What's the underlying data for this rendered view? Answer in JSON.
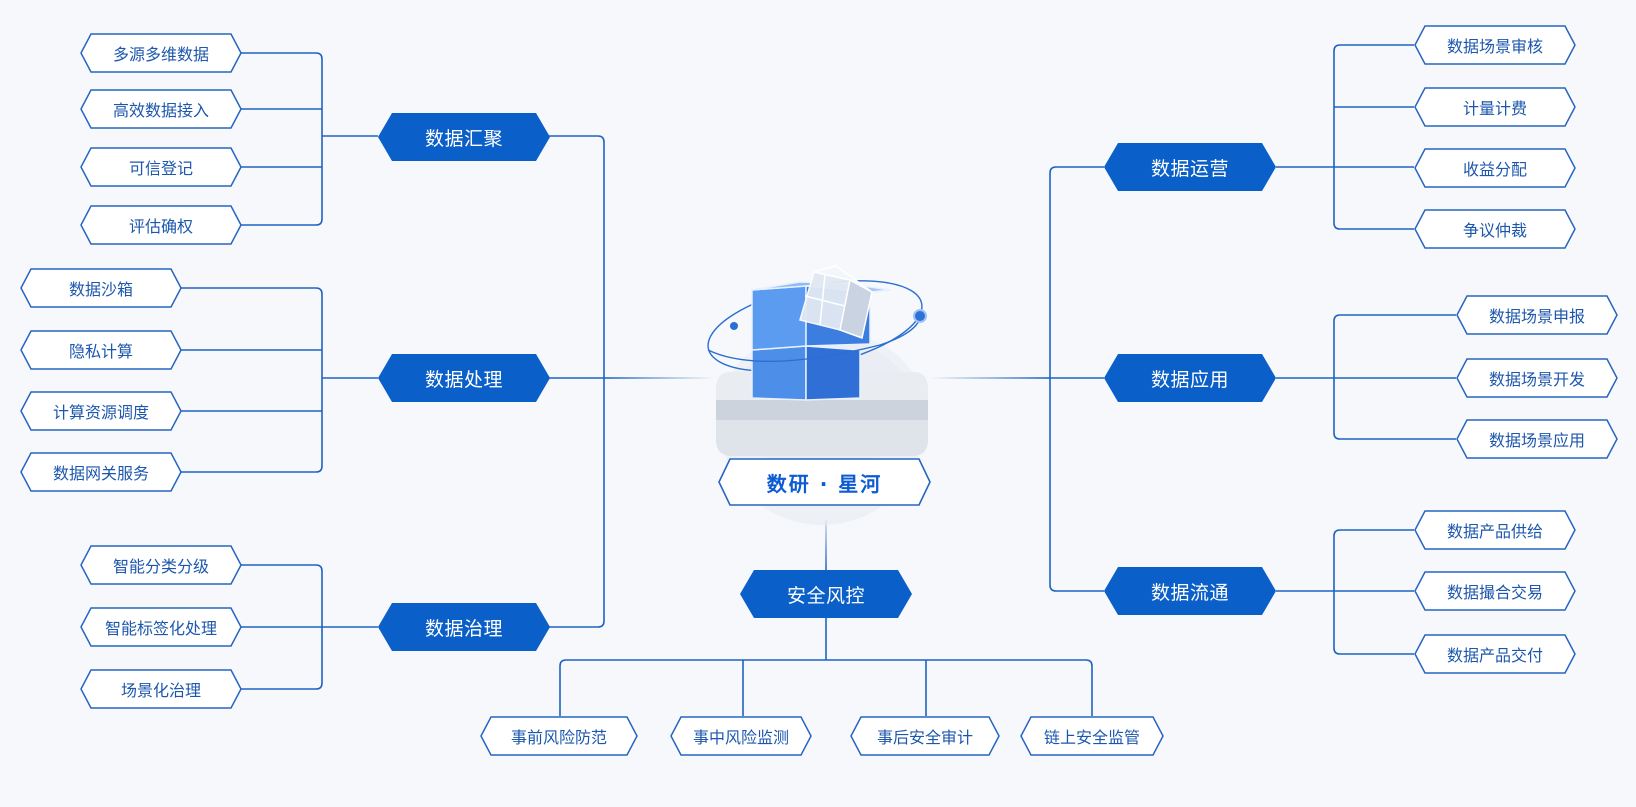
{
  "center": {
    "title": "数研 · 星河"
  },
  "groups": {
    "huiju": {
      "label": "数据汇聚",
      "items": [
        "多源多维数据",
        "高效数据接入",
        "可信登记",
        "评估确权"
      ]
    },
    "chuli": {
      "label": "数据处理",
      "items": [
        "数据沙箱",
        "隐私计算",
        "计算资源调度",
        "数据网关服务"
      ]
    },
    "zhili": {
      "label": "数据治理",
      "items": [
        "智能分类分级",
        "智能标签化处理",
        "场景化治理"
      ]
    },
    "yunying": {
      "label": "数据运营",
      "items": [
        "数据场景审核",
        "计量计费",
        "收益分配",
        "争议仲裁"
      ]
    },
    "yingyong": {
      "label": "数据应用",
      "items": [
        "数据场景申报",
        "数据场景开发",
        "数据场景应用"
      ]
    },
    "liutong": {
      "label": "数据流通",
      "items": [
        "数据产品供给",
        "数据撮合交易",
        "数据产品交付"
      ]
    },
    "anquan": {
      "label": "安全风控",
      "items": [
        "事前风险防范",
        "事中风险监测",
        "事后安全审计",
        "链上安全监管"
      ]
    }
  },
  "colors": {
    "main_fill": "#0a5fc9",
    "line": "#1f63c2",
    "leaf_border": "#2765c0",
    "leaf_text": "#1d57ad",
    "background": "#f6f8fb"
  }
}
